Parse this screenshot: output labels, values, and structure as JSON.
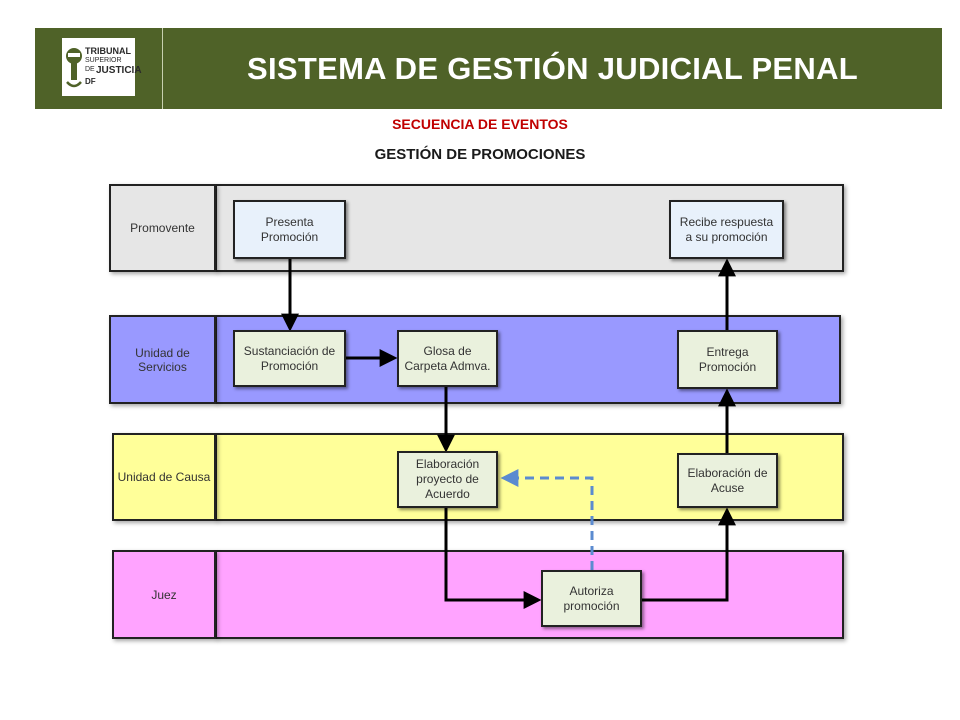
{
  "header": {
    "title": "SISTEMA DE GESTIÓN JUDICIAL PENAL",
    "logo": {
      "line1": "TRIBUNAL",
      "line2": "SUPERIOR",
      "line3": "DE",
      "line4": "JUSTICIA",
      "line5": "DF",
      "brand_color": "#4f6228"
    }
  },
  "subtitle": "SECUENCIA DE EVENTOS",
  "heading": "GESTIÓN DE PROMOCIONES",
  "lanes": [
    {
      "label": "Promovente",
      "color": "#e6e6e6"
    },
    {
      "label": "Unidad de Servicios",
      "color": "#9999ff"
    },
    {
      "label": "Unidad de Causa",
      "color": "#ffff99"
    },
    {
      "label": "Juez",
      "color": "#ffa3ff"
    }
  ],
  "steps": {
    "presenta": "Presenta Promoción",
    "recibe": "Recibe respuesta a su promoción",
    "sustanciacion": "Sustanciación de Promoción",
    "glosa": "Glosa de Carpeta Admva.",
    "entrega": "Entrega Promoción",
    "elaboracion_proyecto": "Elaboración proyecto de Acuerdo",
    "elaboracion_acuse": "Elaboración de Acuse",
    "autoriza": "Autoriza promoción"
  },
  "colors": {
    "arrow": "#000000",
    "feedback_arrow": "#5b8bd0",
    "subtitle": "#c00000"
  }
}
